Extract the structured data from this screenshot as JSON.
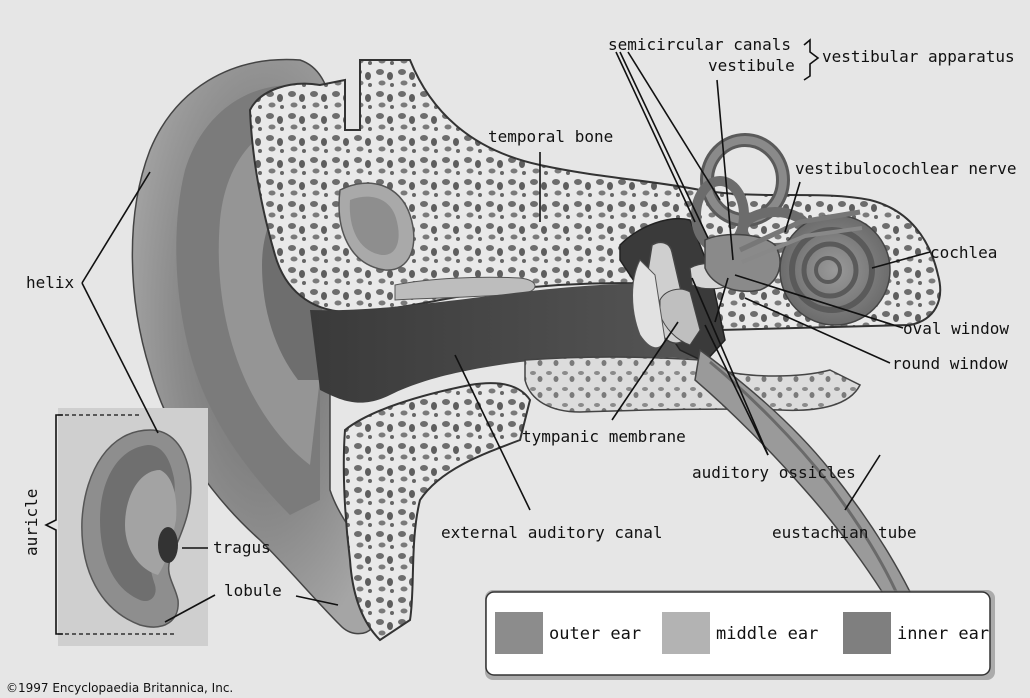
{
  "labels": {
    "semicircular_canals": "semicircular canals",
    "vestibule": "vestibule",
    "vestibular_apparatus": "vestibular apparatus",
    "temporal_bone": "temporal bone",
    "vestibulocochlear_nerve": "vestibulocochlear nerve",
    "cochlea": "cochlea",
    "helix": "helix",
    "oval_window": "oval window",
    "round_window": "round window",
    "tympanic_membrane": "tympanic membrane",
    "auditory_ossicles": "auditory ossicles",
    "auricle": "auricle",
    "tragus": "tragus",
    "external_auditory_canal": "external auditory canal",
    "eustachian_tube": "eustachian tube",
    "lobule": "lobule"
  },
  "legend": {
    "items": [
      {
        "label": "outer ear",
        "color": "#8c8c8c"
      },
      {
        "label": "middle ear",
        "color": "#b3b3b3"
      },
      {
        "label": "inner ear",
        "color": "#7f7f7f"
      }
    ]
  },
  "copyright": "©1997 Encyclopaedia Britannica, Inc."
}
